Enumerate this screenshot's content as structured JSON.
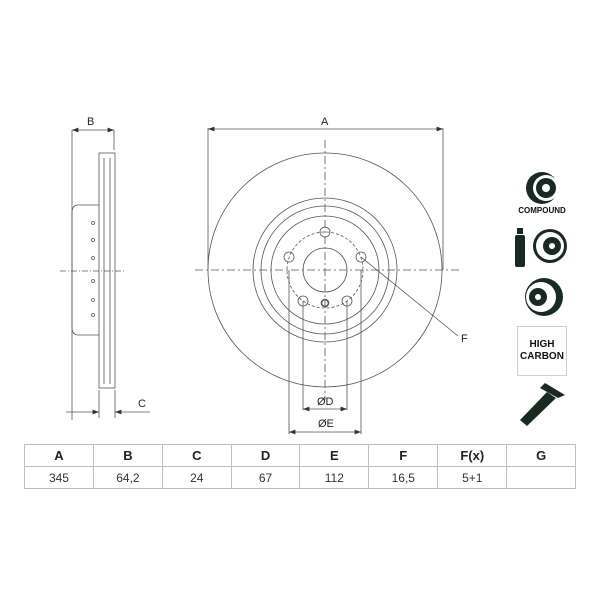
{
  "drawing": {
    "side_view": {
      "label_B": "B",
      "label_C": "C"
    },
    "front_view": {
      "label_A": "A",
      "label_F": "F",
      "label_D": "ØD",
      "label_E": "ØE"
    }
  },
  "badges": {
    "compound_label": "COMPOUND",
    "high_carbon_line1": "HIGH",
    "high_carbon_line2": "CARBON",
    "icons": [
      "compound-disc-icon",
      "coated-disc-spray-icon",
      "vented-disc-icon",
      "high-carbon-badge",
      "screw-icon"
    ]
  },
  "spec_table": {
    "headers": [
      "A",
      "B",
      "C",
      "D",
      "E",
      "F",
      "F(x)",
      "G"
    ],
    "values": [
      "345",
      "64,2",
      "24",
      "67",
      "112",
      "16,5",
      "5+1",
      ""
    ]
  },
  "colors": {
    "line": "#555555",
    "table_border": "#bdbdbd",
    "icon_dark": "#1a2a22"
  }
}
